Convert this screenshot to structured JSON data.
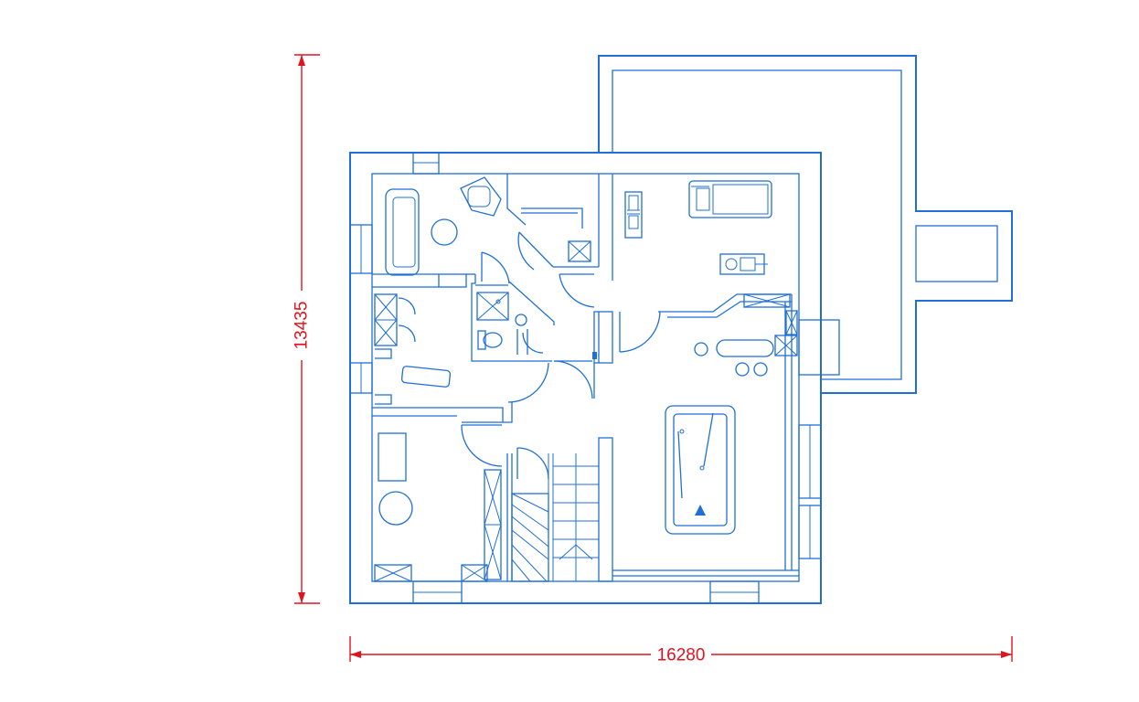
{
  "drawing": {
    "type": "floor-plan",
    "line_color": "#1f6fd6",
    "dimension_color": "#e0141e",
    "dimensions": {
      "width_label": "16280",
      "height_label": "13435"
    }
  }
}
